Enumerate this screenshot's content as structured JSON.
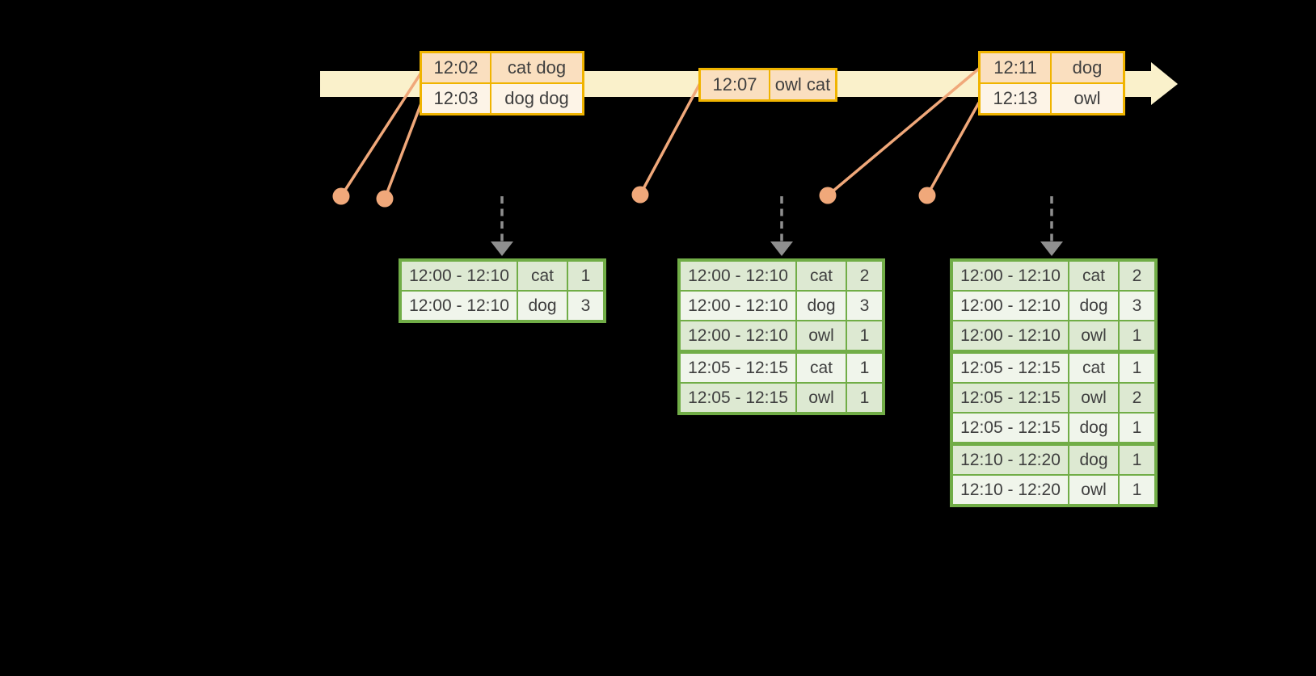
{
  "colors": {
    "background": "#000000",
    "timeline_fill": "#FAF1CB",
    "event_border": "#F0B400",
    "event_row_dark": "#FADFBF",
    "event_row_light": "#FDF4E7",
    "connector": "#F0A87A",
    "trigger_arrow": "#8F8F8F",
    "result_border": "#71AD47",
    "result_row_dark": "#DDE9D2",
    "result_row_light": "#F0F5EB",
    "text": "#3F3F3F"
  },
  "icons": {
    "timeline_arrow": "right-arrow",
    "trigger_arrow": "dashed-down-arrow",
    "event_marker": "dot-with-line"
  },
  "event_tables": [
    {
      "rows": [
        {
          "time": "12:02",
          "words": "cat dog"
        },
        {
          "time": "12:03",
          "words": "dog dog"
        }
      ]
    },
    {
      "rows": [
        {
          "time": "12:07",
          "words": "owl cat"
        }
      ]
    },
    {
      "rows": [
        {
          "time": "12:11",
          "words": "dog"
        },
        {
          "time": "12:13",
          "words": "owl"
        }
      ]
    }
  ],
  "result_tables": [
    {
      "rows": [
        {
          "window": "12:00 - 12:10",
          "word": "cat",
          "count": "1"
        },
        {
          "window": "12:00 - 12:10",
          "word": "dog",
          "count": "3"
        }
      ]
    },
    {
      "rows": [
        {
          "window": "12:00 - 12:10",
          "word": "cat",
          "count": "2"
        },
        {
          "window": "12:00 - 12:10",
          "word": "dog",
          "count": "3"
        },
        {
          "window": "12:00 - 12:10",
          "word": "owl",
          "count": "1"
        },
        {
          "window": "12:05 - 12:15",
          "word": "cat",
          "count": "1"
        },
        {
          "window": "12:05 - 12:15",
          "word": "owl",
          "count": "1"
        }
      ]
    },
    {
      "rows": [
        {
          "window": "12:00 - 12:10",
          "word": "cat",
          "count": "2"
        },
        {
          "window": "12:00 - 12:10",
          "word": "dog",
          "count": "3"
        },
        {
          "window": "12:00 - 12:10",
          "word": "owl",
          "count": "1"
        },
        {
          "window": "12:05 - 12:15",
          "word": "cat",
          "count": "1"
        },
        {
          "window": "12:05 - 12:15",
          "word": "owl",
          "count": "2"
        },
        {
          "window": "12:05 - 12:15",
          "word": "dog",
          "count": "1"
        },
        {
          "window": "12:10 - 12:20",
          "word": "dog",
          "count": "1"
        },
        {
          "window": "12:10 - 12:20",
          "word": "owl",
          "count": "1"
        }
      ]
    }
  ]
}
